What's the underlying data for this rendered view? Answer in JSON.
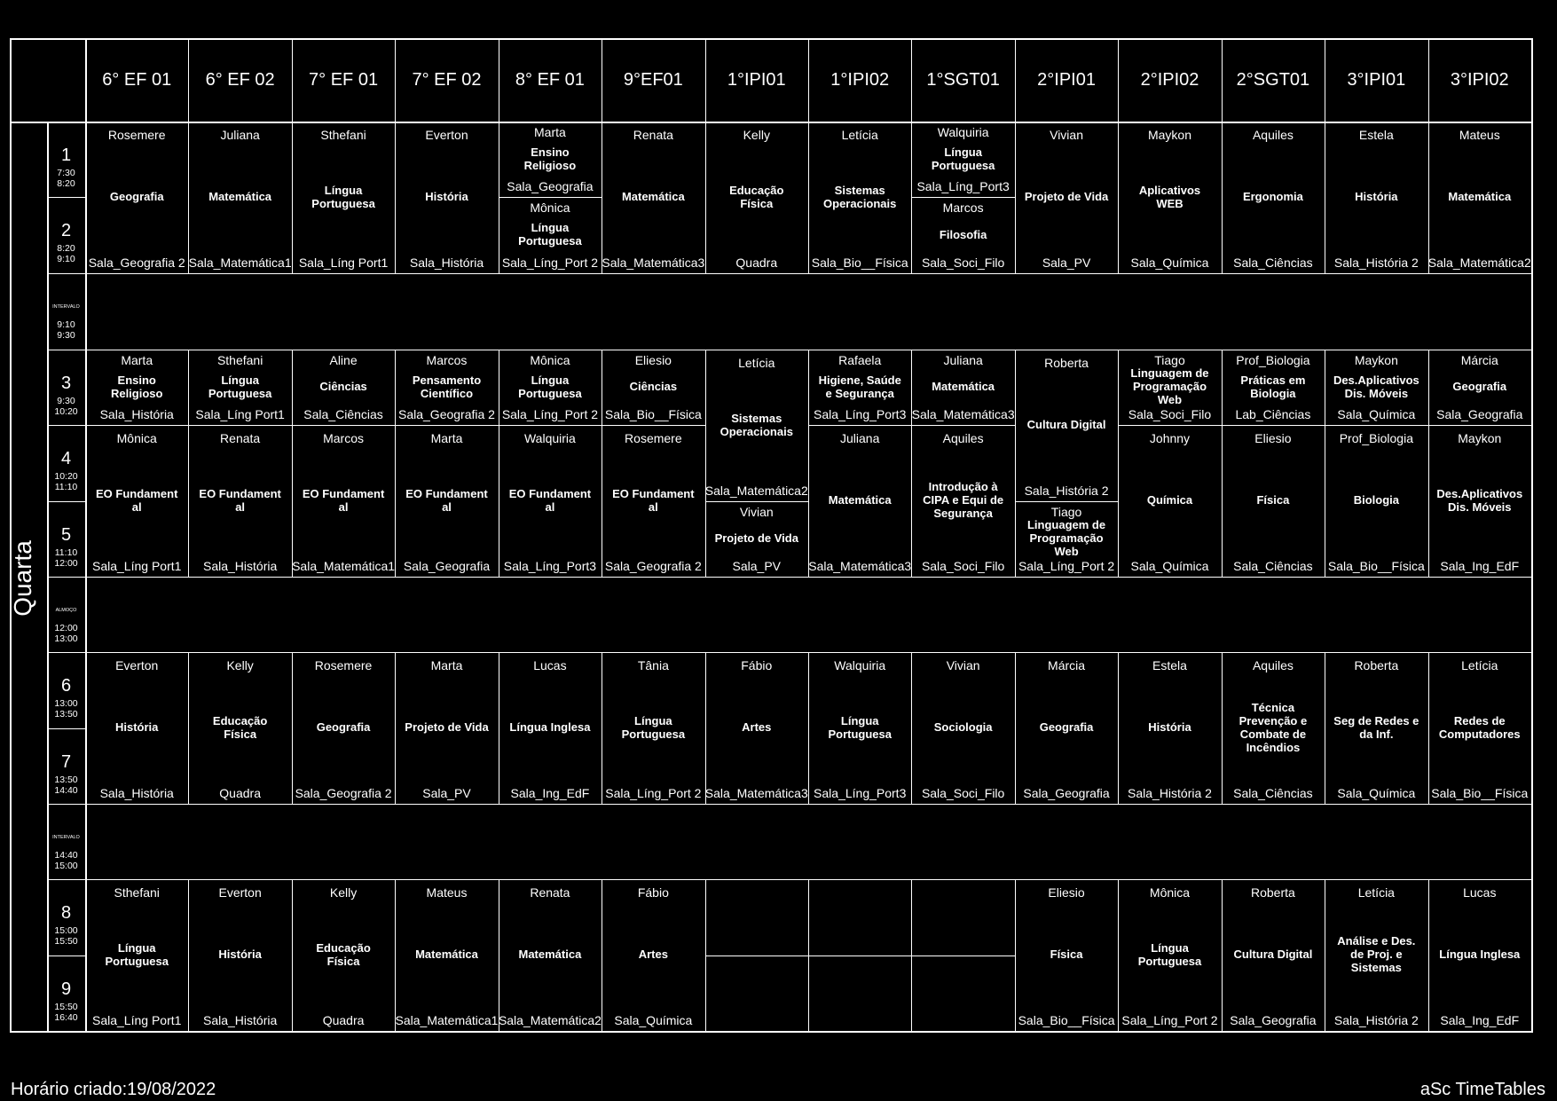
{
  "day": "Quarta",
  "footer": {
    "created": "Horário criado:19/08/2022",
    "brand": "aSc TimeTables"
  },
  "classes": [
    "6° EF 01",
    "6° EF 02",
    "7° EF 01",
    "7° EF 02",
    "8° EF 01",
    "9°EF01",
    "1°IPI01",
    "1°IPI02",
    "1°SGT01",
    "2°IPI01",
    "2°IPI02",
    "2°SGT01",
    "3°IPI01",
    "3°IPI02"
  ],
  "periods": [
    {
      "num": "1",
      "time": "7:30\n8:20"
    },
    {
      "num": "2",
      "time": "8:20\n9:10"
    },
    {
      "label": "INTERVALO",
      "time": "9:10\n9:30"
    },
    {
      "num": "3",
      "time": "9:30\n10:20"
    },
    {
      "num": "4",
      "time": "10:20\n11:10"
    },
    {
      "num": "5",
      "time": "11:10\n12:00"
    },
    {
      "label": "ALMOÇO",
      "time": "12:00\n13:00"
    },
    {
      "num": "6",
      "time": "13:00\n13:50"
    },
    {
      "num": "7",
      "time": "13:50\n14:40"
    },
    {
      "label": "INTERVALO",
      "time": "14:40\n15:00"
    },
    {
      "num": "8",
      "time": "15:00\n15:50"
    },
    {
      "num": "9",
      "time": "15:50\n16:40"
    }
  ],
  "lessons": [
    {
      "col": 0,
      "p1": 0,
      "p2": 1,
      "teacher": "Rosemere",
      "subject": "Geografia",
      "room": "Sala_Geografia 2"
    },
    {
      "col": 1,
      "p1": 0,
      "p2": 1,
      "teacher": "Juliana",
      "subject": "Matemática",
      "room": "Sala_Matemática1"
    },
    {
      "col": 2,
      "p1": 0,
      "p2": 1,
      "teacher": "Sthefani",
      "subject": "Língua Portuguesa",
      "room": "Sala_Líng Port1"
    },
    {
      "col": 3,
      "p1": 0,
      "p2": 1,
      "teacher": "Everton",
      "subject": "História",
      "room": "Sala_História"
    },
    {
      "col": 4,
      "p1": 0,
      "p2": 0,
      "teacher": "Marta",
      "subject": "Ensino Religioso",
      "room": "Sala_Geografia"
    },
    {
      "col": 4,
      "p1": 1,
      "p2": 1,
      "teacher": "Mônica",
      "subject": "Língua Portuguesa",
      "room": "Sala_Líng_Port 2"
    },
    {
      "col": 5,
      "p1": 0,
      "p2": 1,
      "teacher": "Renata",
      "subject": "Matemática",
      "room": "Sala_Matemática3"
    },
    {
      "col": 6,
      "p1": 0,
      "p2": 1,
      "teacher": "Kelly",
      "subject": "Educação Física",
      "room": "Quadra"
    },
    {
      "col": 7,
      "p1": 0,
      "p2": 1,
      "teacher": "Letícia",
      "subject": "Sistemas Operacionais",
      "room": "Sala_Bio__Física"
    },
    {
      "col": 8,
      "p1": 0,
      "p2": 0,
      "teacher": "Walquiria",
      "subject": "Língua Portuguesa",
      "room": "Sala_Líng_Port3"
    },
    {
      "col": 8,
      "p1": 1,
      "p2": 1,
      "teacher": "Marcos",
      "subject": "Filosofia",
      "room": "Sala_Soci_Filo"
    },
    {
      "col": 9,
      "p1": 0,
      "p2": 1,
      "teacher": "Vivian",
      "subject": "Projeto de Vida",
      "room": "Sala_PV"
    },
    {
      "col": 10,
      "p1": 0,
      "p2": 1,
      "teacher": "Maykon",
      "subject": "Aplicativos WEB",
      "room": "Sala_Química"
    },
    {
      "col": 11,
      "p1": 0,
      "p2": 1,
      "teacher": "Aquiles",
      "subject": "Ergonomia",
      "room": "Sala_Ciências"
    },
    {
      "col": 12,
      "p1": 0,
      "p2": 1,
      "teacher": "Estela",
      "subject": "História",
      "room": "Sala_História 2"
    },
    {
      "col": 13,
      "p1": 0,
      "p2": 1,
      "teacher": "Mateus",
      "subject": "Matemática",
      "room": "Sala_Matemática2"
    },
    {
      "col": 0,
      "p1": 3,
      "p2": 3,
      "teacher": "Marta",
      "subject": "Ensino Religioso",
      "room": "Sala_História"
    },
    {
      "col": 1,
      "p1": 3,
      "p2": 3,
      "teacher": "Sthefani",
      "subject": "Língua Portuguesa",
      "room": "Sala_Líng Port1"
    },
    {
      "col": 2,
      "p1": 3,
      "p2": 3,
      "teacher": "Aline",
      "subject": "Ciências",
      "room": "Sala_Ciências"
    },
    {
      "col": 3,
      "p1": 3,
      "p2": 3,
      "teacher": "Marcos",
      "subject": "Pensamento Científico",
      "room": "Sala_Geografia 2"
    },
    {
      "col": 4,
      "p1": 3,
      "p2": 3,
      "teacher": "Mônica",
      "subject": "Língua Portuguesa",
      "room": "Sala_Líng_Port 2"
    },
    {
      "col": 5,
      "p1": 3,
      "p2": 3,
      "teacher": "Eliesio",
      "subject": "Ciências",
      "room": "Sala_Bio__Física"
    },
    {
      "col": 6,
      "p1": 3,
      "p2": 4,
      "teacher": "Letícia",
      "subject": "Sistemas Operacionais",
      "room": "Sala_Matemática2"
    },
    {
      "col": 6,
      "p1": 5,
      "p2": 5,
      "teacher": "Vivian",
      "subject": "Projeto de Vida",
      "room": "Sala_PV"
    },
    {
      "col": 7,
      "p1": 3,
      "p2": 3,
      "teacher": "Rafaela",
      "subject": "Higiene, Saúde e Segurança",
      "room": "Sala_Líng_Port3"
    },
    {
      "col": 8,
      "p1": 3,
      "p2": 3,
      "teacher": "Juliana",
      "subject": "Matemática",
      "room": "Sala_Matemática3"
    },
    {
      "col": 9,
      "p1": 3,
      "p2": 4,
      "teacher": "Roberta",
      "subject": "Cultura Digital",
      "room": "Sala_História 2"
    },
    {
      "col": 9,
      "p1": 5,
      "p2": 5,
      "teacher": "Tiago",
      "subject": "Linguagem de Programação Web",
      "room": "Sala_Líng_Port 2"
    },
    {
      "col": 10,
      "p1": 3,
      "p2": 3,
      "teacher": "Tiago",
      "subject": "Linguagem de Programação Web",
      "room": "Sala_Soci_Filo"
    },
    {
      "col": 11,
      "p1": 3,
      "p2": 3,
      "teacher": "Prof_Biologia",
      "subject": "Práticas em Biologia",
      "room": "Lab_Ciências"
    },
    {
      "col": 12,
      "p1": 3,
      "p2": 3,
      "teacher": "Maykon",
      "subject": "Des.Aplicativos Dis. Móveis",
      "room": "Sala_Química"
    },
    {
      "col": 13,
      "p1": 3,
      "p2": 3,
      "teacher": "Márcia",
      "subject": "Geografia",
      "room": "Sala_Geografia"
    },
    {
      "col": 0,
      "p1": 4,
      "p2": 5,
      "teacher": "Mônica",
      "subject": "EO Fundament al",
      "room": "Sala_Líng Port1"
    },
    {
      "col": 1,
      "p1": 4,
      "p2": 5,
      "teacher": "Renata",
      "subject": "EO Fundament al",
      "room": "Sala_História"
    },
    {
      "col": 2,
      "p1": 4,
      "p2": 5,
      "teacher": "Marcos",
      "subject": "EO Fundament al",
      "room": "Sala_Matemática1"
    },
    {
      "col": 3,
      "p1": 4,
      "p2": 5,
      "teacher": "Marta",
      "subject": "EO Fundament al",
      "room": "Sala_Geografia"
    },
    {
      "col": 4,
      "p1": 4,
      "p2": 5,
      "teacher": "Walquiria",
      "subject": "EO Fundament al",
      "room": "Sala_Líng_Port3"
    },
    {
      "col": 5,
      "p1": 4,
      "p2": 5,
      "teacher": "Rosemere",
      "subject": "EO Fundament al",
      "room": "Sala_Geografia 2"
    },
    {
      "col": 7,
      "p1": 4,
      "p2": 5,
      "teacher": "Juliana",
      "subject": "Matemática",
      "room": "Sala_Matemática3"
    },
    {
      "col": 8,
      "p1": 4,
      "p2": 5,
      "teacher": "Aquiles",
      "subject": "Introdução à CIPA e Equi de Segurança",
      "room": "Sala_Soci_Filo"
    },
    {
      "col": 10,
      "p1": 4,
      "p2": 5,
      "teacher": "Johnny",
      "subject": "Química",
      "room": "Sala_Química"
    },
    {
      "col": 11,
      "p1": 4,
      "p2": 5,
      "teacher": "Eliesio",
      "subject": "Física",
      "room": "Sala_Ciências"
    },
    {
      "col": 12,
      "p1": 4,
      "p2": 5,
      "teacher": "Prof_Biologia",
      "subject": "Biologia",
      "room": "Sala_Bio__Física"
    },
    {
      "col": 13,
      "p1": 4,
      "p2": 5,
      "teacher": "Maykon",
      "subject": "Des.Aplicativos Dis. Móveis",
      "room": "Sala_Ing_EdF"
    },
    {
      "col": 0,
      "p1": 7,
      "p2": 8,
      "teacher": "Everton",
      "subject": "História",
      "room": "Sala_História"
    },
    {
      "col": 1,
      "p1": 7,
      "p2": 8,
      "teacher": "Kelly",
      "subject": "Educação Física",
      "room": "Quadra"
    },
    {
      "col": 2,
      "p1": 7,
      "p2": 8,
      "teacher": "Rosemere",
      "subject": "Geografia",
      "room": "Sala_Geografia 2"
    },
    {
      "col": 3,
      "p1": 7,
      "p2": 8,
      "teacher": "Marta",
      "subject": "Projeto de Vida",
      "room": "Sala_PV"
    },
    {
      "col": 4,
      "p1": 7,
      "p2": 8,
      "teacher": "Lucas",
      "subject": "Língua Inglesa",
      "room": "Sala_Ing_EdF"
    },
    {
      "col": 5,
      "p1": 7,
      "p2": 8,
      "teacher": "Tânia",
      "subject": "Língua Portuguesa",
      "room": "Sala_Líng_Port 2"
    },
    {
      "col": 6,
      "p1": 7,
      "p2": 8,
      "teacher": "Fábio",
      "subject": "Artes",
      "room": "Sala_Matemática3"
    },
    {
      "col": 7,
      "p1": 7,
      "p2": 8,
      "teacher": "Walquiria",
      "subject": "Língua Portuguesa",
      "room": "Sala_Líng_Port3"
    },
    {
      "col": 8,
      "p1": 7,
      "p2": 8,
      "teacher": "Vivian",
      "subject": "Sociologia",
      "room": "Sala_Soci_Filo"
    },
    {
      "col": 9,
      "p1": 7,
      "p2": 8,
      "teacher": "Márcia",
      "subject": "Geografia",
      "room": "Sala_Geografia"
    },
    {
      "col": 10,
      "p1": 7,
      "p2": 8,
      "teacher": "Estela",
      "subject": "História",
      "room": "Sala_História 2"
    },
    {
      "col": 11,
      "p1": 7,
      "p2": 8,
      "teacher": "Aquiles",
      "subject": "Técnica Prevenção e Combate de Incêndios",
      "room": "Sala_Ciências"
    },
    {
      "col": 12,
      "p1": 7,
      "p2": 8,
      "teacher": "Roberta",
      "subject": "Seg de Redes e da Inf.",
      "room": "Sala_Química"
    },
    {
      "col": 13,
      "p1": 7,
      "p2": 8,
      "teacher": "Letícia",
      "subject": "Redes de Computadores",
      "room": "Sala_Bio__Física"
    },
    {
      "col": 0,
      "p1": 10,
      "p2": 11,
      "teacher": "Sthefani",
      "subject": "Língua Portuguesa",
      "room": "Sala_Líng Port1"
    },
    {
      "col": 1,
      "p1": 10,
      "p2": 11,
      "teacher": "Everton",
      "subject": "História",
      "room": "Sala_História"
    },
    {
      "col": 2,
      "p1": 10,
      "p2": 11,
      "teacher": "Kelly",
      "subject": "Educação Física",
      "room": "Quadra"
    },
    {
      "col": 3,
      "p1": 10,
      "p2": 11,
      "teacher": "Mateus",
      "subject": "Matemática",
      "room": "Sala_Matemática1"
    },
    {
      "col": 4,
      "p1": 10,
      "p2": 11,
      "teacher": "Renata",
      "subject": "Matemática",
      "room": "Sala_Matemática2"
    },
    {
      "col": 5,
      "p1": 10,
      "p2": 11,
      "teacher": "Fábio",
      "subject": "Artes",
      "room": "Sala_Química"
    },
    {
      "col": 9,
      "p1": 10,
      "p2": 11,
      "teacher": "Eliesio",
      "subject": "Física",
      "room": "Sala_Bio__Física"
    },
    {
      "col": 10,
      "p1": 10,
      "p2": 11,
      "teacher": "Mônica",
      "subject": "Língua Portuguesa",
      "room": "Sala_Líng_Port 2"
    },
    {
      "col": 11,
      "p1": 10,
      "p2": 11,
      "teacher": "Roberta",
      "subject": "Cultura Digital",
      "room": "Sala_Geografia"
    },
    {
      "col": 12,
      "p1": 10,
      "p2": 11,
      "teacher": "Letícia",
      "subject": "Análise e Des. de Proj. e Sistemas",
      "room": "Sala_História 2"
    },
    {
      "col": 13,
      "p1": 10,
      "p2": 11,
      "teacher": "Lucas",
      "subject": "Língua Inglesa",
      "room": "Sala_Ing_EdF"
    }
  ]
}
